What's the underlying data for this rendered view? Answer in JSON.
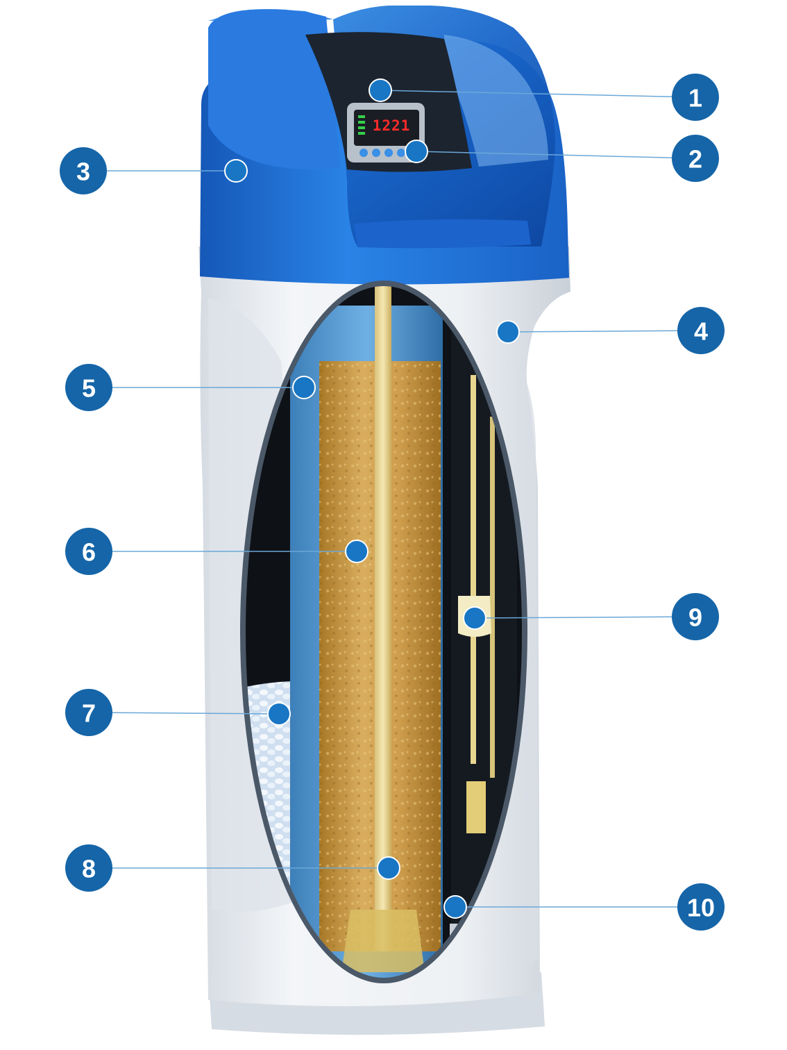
{
  "colors": {
    "badge": "#1565a8",
    "leader_line": "#6aa8d8",
    "dot": "#1876c4",
    "cover_blue": "#1f6fd1",
    "cabinet_white": "#e9edf1",
    "resin": "#c99a45",
    "salt": "#dfeaf6",
    "display_digits": "#ff2a2a"
  },
  "display": {
    "readout": "1221"
  },
  "callouts": [
    {
      "label": "1"
    },
    {
      "label": "2"
    },
    {
      "label": "3"
    },
    {
      "label": "4"
    },
    {
      "label": "5"
    },
    {
      "label": "6"
    },
    {
      "label": "7"
    },
    {
      "label": "8"
    },
    {
      "label": "9"
    },
    {
      "label": "10"
    }
  ]
}
